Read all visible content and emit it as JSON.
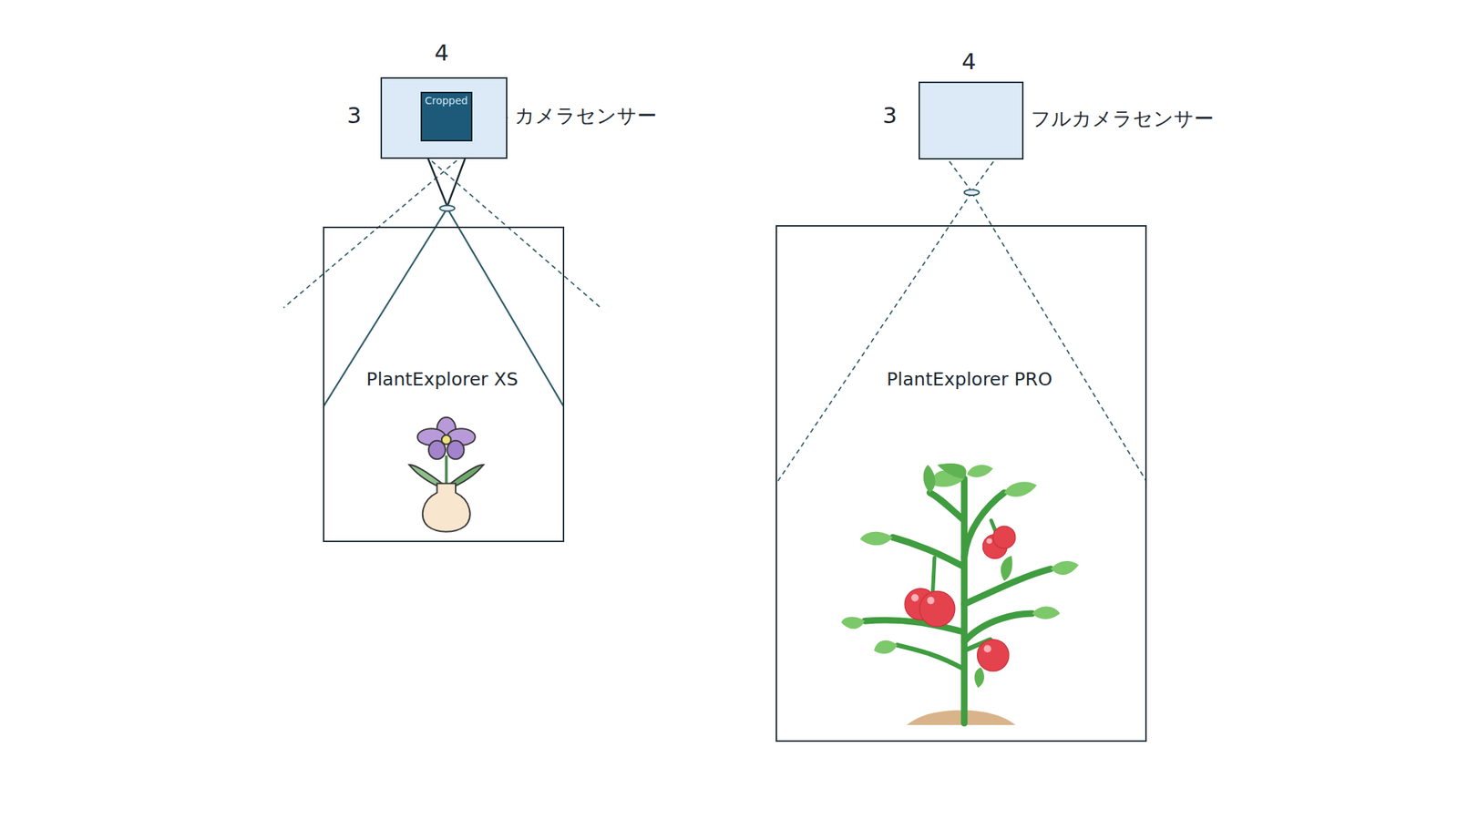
{
  "diagram": {
    "nodes": [
      {
        "text": [
          "カメラセンサー"
        ]
      },
      {
        "text": [
          "Cropped"
        ],
        "in": 0
      },
      {
        "text": [
          "PlantExplorer XS"
        ]
      },
      {
        "text": [
          "フルカメラセンサー"
        ]
      },
      {
        "text": [
          "PlantExplorer PRO"
        ]
      }
    ],
    "labels": [
      "4",
      "3",
      "4",
      "3"
    ]
  }
}
